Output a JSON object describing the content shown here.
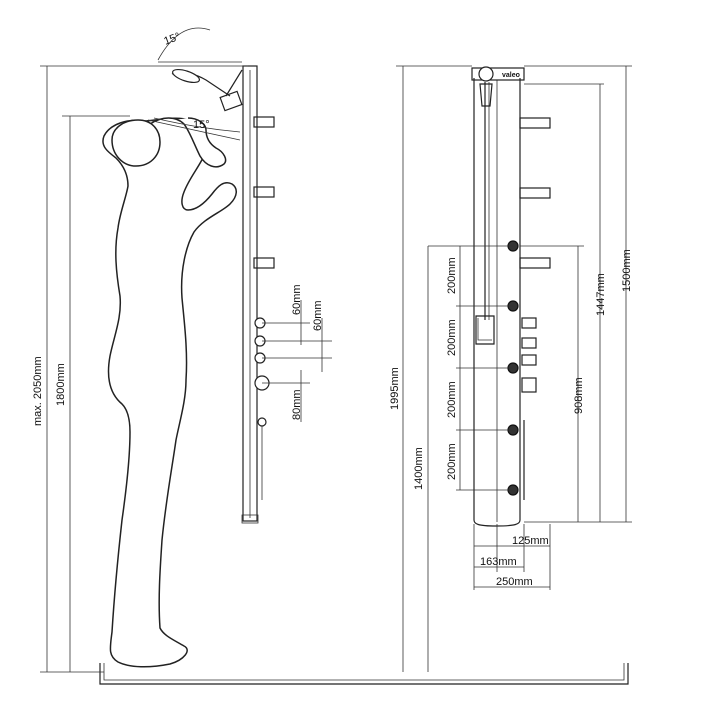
{
  "side_view": {
    "angle_top": "15°",
    "angle_bottom": "15°",
    "height_max": "max. 2050mm",
    "height_head": "1800mm",
    "spacing_1": "60mm",
    "spacing_2": "60mm",
    "spacing_3": "80mm"
  },
  "front_view": {
    "brand": "valeo",
    "height_total": "1995mm",
    "height_1500": "1500mm",
    "height_1447": "1447mm",
    "height_908": "908mm",
    "height_1400": "1400mm",
    "jet_spacing": [
      "200mm",
      "200mm",
      "200mm",
      "200mm"
    ],
    "width_125": "125mm",
    "width_163": "163mm",
    "width_250": "250mm"
  },
  "icons": {
    "figure": "person-silhouette-icon",
    "handshower": "hand-shower-icon",
    "jets": "body-jet-icon",
    "controls": "control-knob-icon"
  }
}
